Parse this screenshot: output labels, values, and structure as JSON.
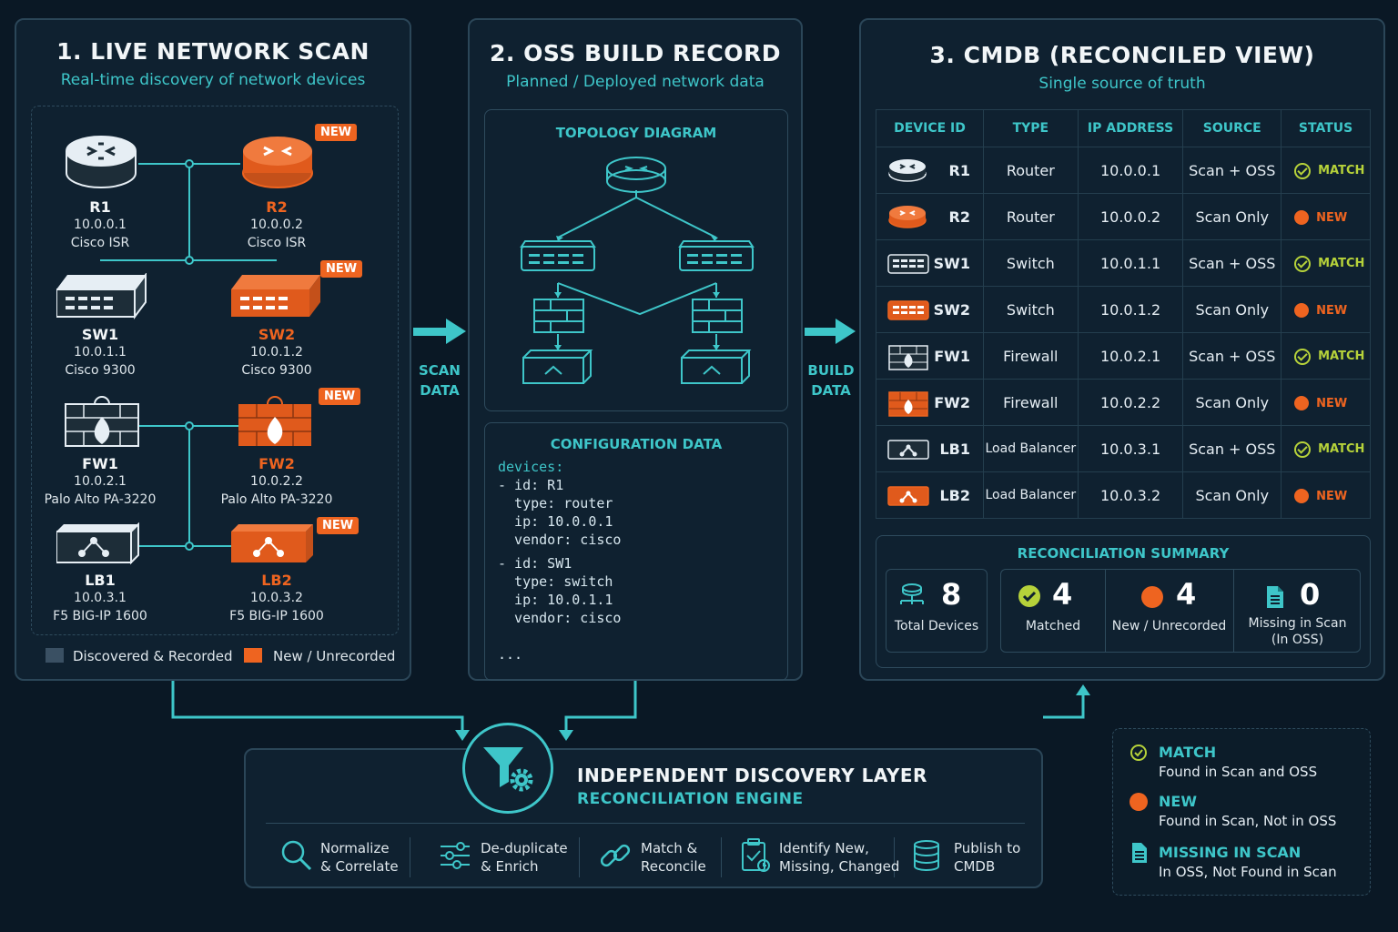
{
  "colors": {
    "accent": "#3ec6c9",
    "new": "#ee6420",
    "match": "#b6d23a",
    "panel": "#0f2130"
  },
  "scan": {
    "title": "1. LIVE NETWORK SCAN",
    "subtitle": "Real-time discovery of network devices",
    "badge": "NEW",
    "devices": [
      {
        "name": "R1",
        "ip": "10.0.0.1",
        "model": "Cisco ISR"
      },
      {
        "name": "R2",
        "ip": "10.0.0.2",
        "model": "Cisco ISR"
      },
      {
        "name": "SW1",
        "ip": "10.0.1.1",
        "model": "Cisco 9300"
      },
      {
        "name": "SW2",
        "ip": "10.0.1.2",
        "model": "Cisco 9300"
      },
      {
        "name": "FW1",
        "ip": "10.0.2.1",
        "model": "Palo Alto PA-3220"
      },
      {
        "name": "FW2",
        "ip": "10.0.2.2",
        "model": "Palo Alto PA-3220"
      },
      {
        "name": "LB1",
        "ip": "10.0.3.1",
        "model": "F5 BIG-IP 1600"
      },
      {
        "name": "LB2",
        "ip": "10.0.3.2",
        "model": "F5 BIG-IP 1600"
      }
    ],
    "legend": {
      "recorded": "Discovered & Recorded",
      "unrecorded": "New / Unrecorded"
    }
  },
  "arrows": {
    "scan_line1": "SCAN",
    "scan_line2": "DATA",
    "build_line1": "BUILD",
    "build_line2": "DATA"
  },
  "oss": {
    "title": "2. OSS BUILD RECORD",
    "subtitle": "Planned / Deployed network data",
    "topology_title": "TOPOLOGY DIAGRAM",
    "config_title": "CONFIGURATION DATA",
    "config_lines": {
      "l1": "devices:",
      "l2": "- id: R1",
      "l3": "  type: router",
      "l4": "  ip: 10.0.0.1",
      "l5": "  vendor: cisco",
      "l6": "- id: SW1",
      "l7": "  type: switch",
      "l8": "  ip: 10.0.1.1",
      "l9": "  vendor: cisco",
      "l10": "..."
    }
  },
  "cmdb": {
    "title": "3. CMDB  (RECONCILED VIEW)",
    "subtitle": "Single source of truth",
    "columns": [
      "DEVICE ID",
      "TYPE",
      "IP ADDRESS",
      "SOURCE",
      "STATUS"
    ],
    "rows": [
      {
        "id": "R1",
        "type": "Router",
        "ip": "10.0.0.1",
        "source": "Scan + OSS",
        "status": "MATCH"
      },
      {
        "id": "R2",
        "type": "Router",
        "ip": "10.0.0.2",
        "source": "Scan Only",
        "status": "NEW"
      },
      {
        "id": "SW1",
        "type": "Switch",
        "ip": "10.0.1.1",
        "source": "Scan + OSS",
        "status": "MATCH"
      },
      {
        "id": "SW2",
        "type": "Switch",
        "ip": "10.0.1.2",
        "source": "Scan Only",
        "status": "NEW"
      },
      {
        "id": "FW1",
        "type": "Firewall",
        "ip": "10.0.2.1",
        "source": "Scan + OSS",
        "status": "MATCH"
      },
      {
        "id": "FW2",
        "type": "Firewall",
        "ip": "10.0.2.2",
        "source": "Scan Only",
        "status": "NEW"
      },
      {
        "id": "LB1",
        "type": "Load Balancer",
        "ip": "10.0.3.1",
        "source": "Scan + OSS",
        "status": "MATCH"
      },
      {
        "id": "LB2",
        "type": "Load Balancer",
        "ip": "10.0.3.2",
        "source": "Scan Only",
        "status": "NEW"
      }
    ],
    "summary": {
      "title": "RECONCILIATION SUMMARY",
      "total": {
        "value": "8",
        "label": "Total Devices"
      },
      "matched": {
        "value": "4",
        "label": "Matched"
      },
      "new": {
        "value": "4",
        "label": "New / Unrecorded"
      },
      "missing": {
        "value": "0",
        "label1": "Missing in Scan",
        "label2": "(In OSS)"
      }
    }
  },
  "engine": {
    "title": "INDEPENDENT DISCOVERY LAYER",
    "subtitle": "RECONCILIATION ENGINE",
    "steps": [
      {
        "l1": "Normalize",
        "l2": "& Correlate"
      },
      {
        "l1": "De-duplicate",
        "l2": "& Enrich"
      },
      {
        "l1": "Match &",
        "l2": "Reconcile"
      },
      {
        "l1": "Identify New,",
        "l2": "Missing, Changed"
      },
      {
        "l1": "Publish to",
        "l2": "CMDB"
      }
    ]
  },
  "legend": {
    "match_title": "MATCH",
    "match_desc": "Found in Scan and OSS",
    "new_title": "NEW",
    "new_desc": "Found in Scan, Not in OSS",
    "missing_title": "MISSING IN SCAN",
    "missing_desc": "In OSS, Not Found in Scan"
  }
}
